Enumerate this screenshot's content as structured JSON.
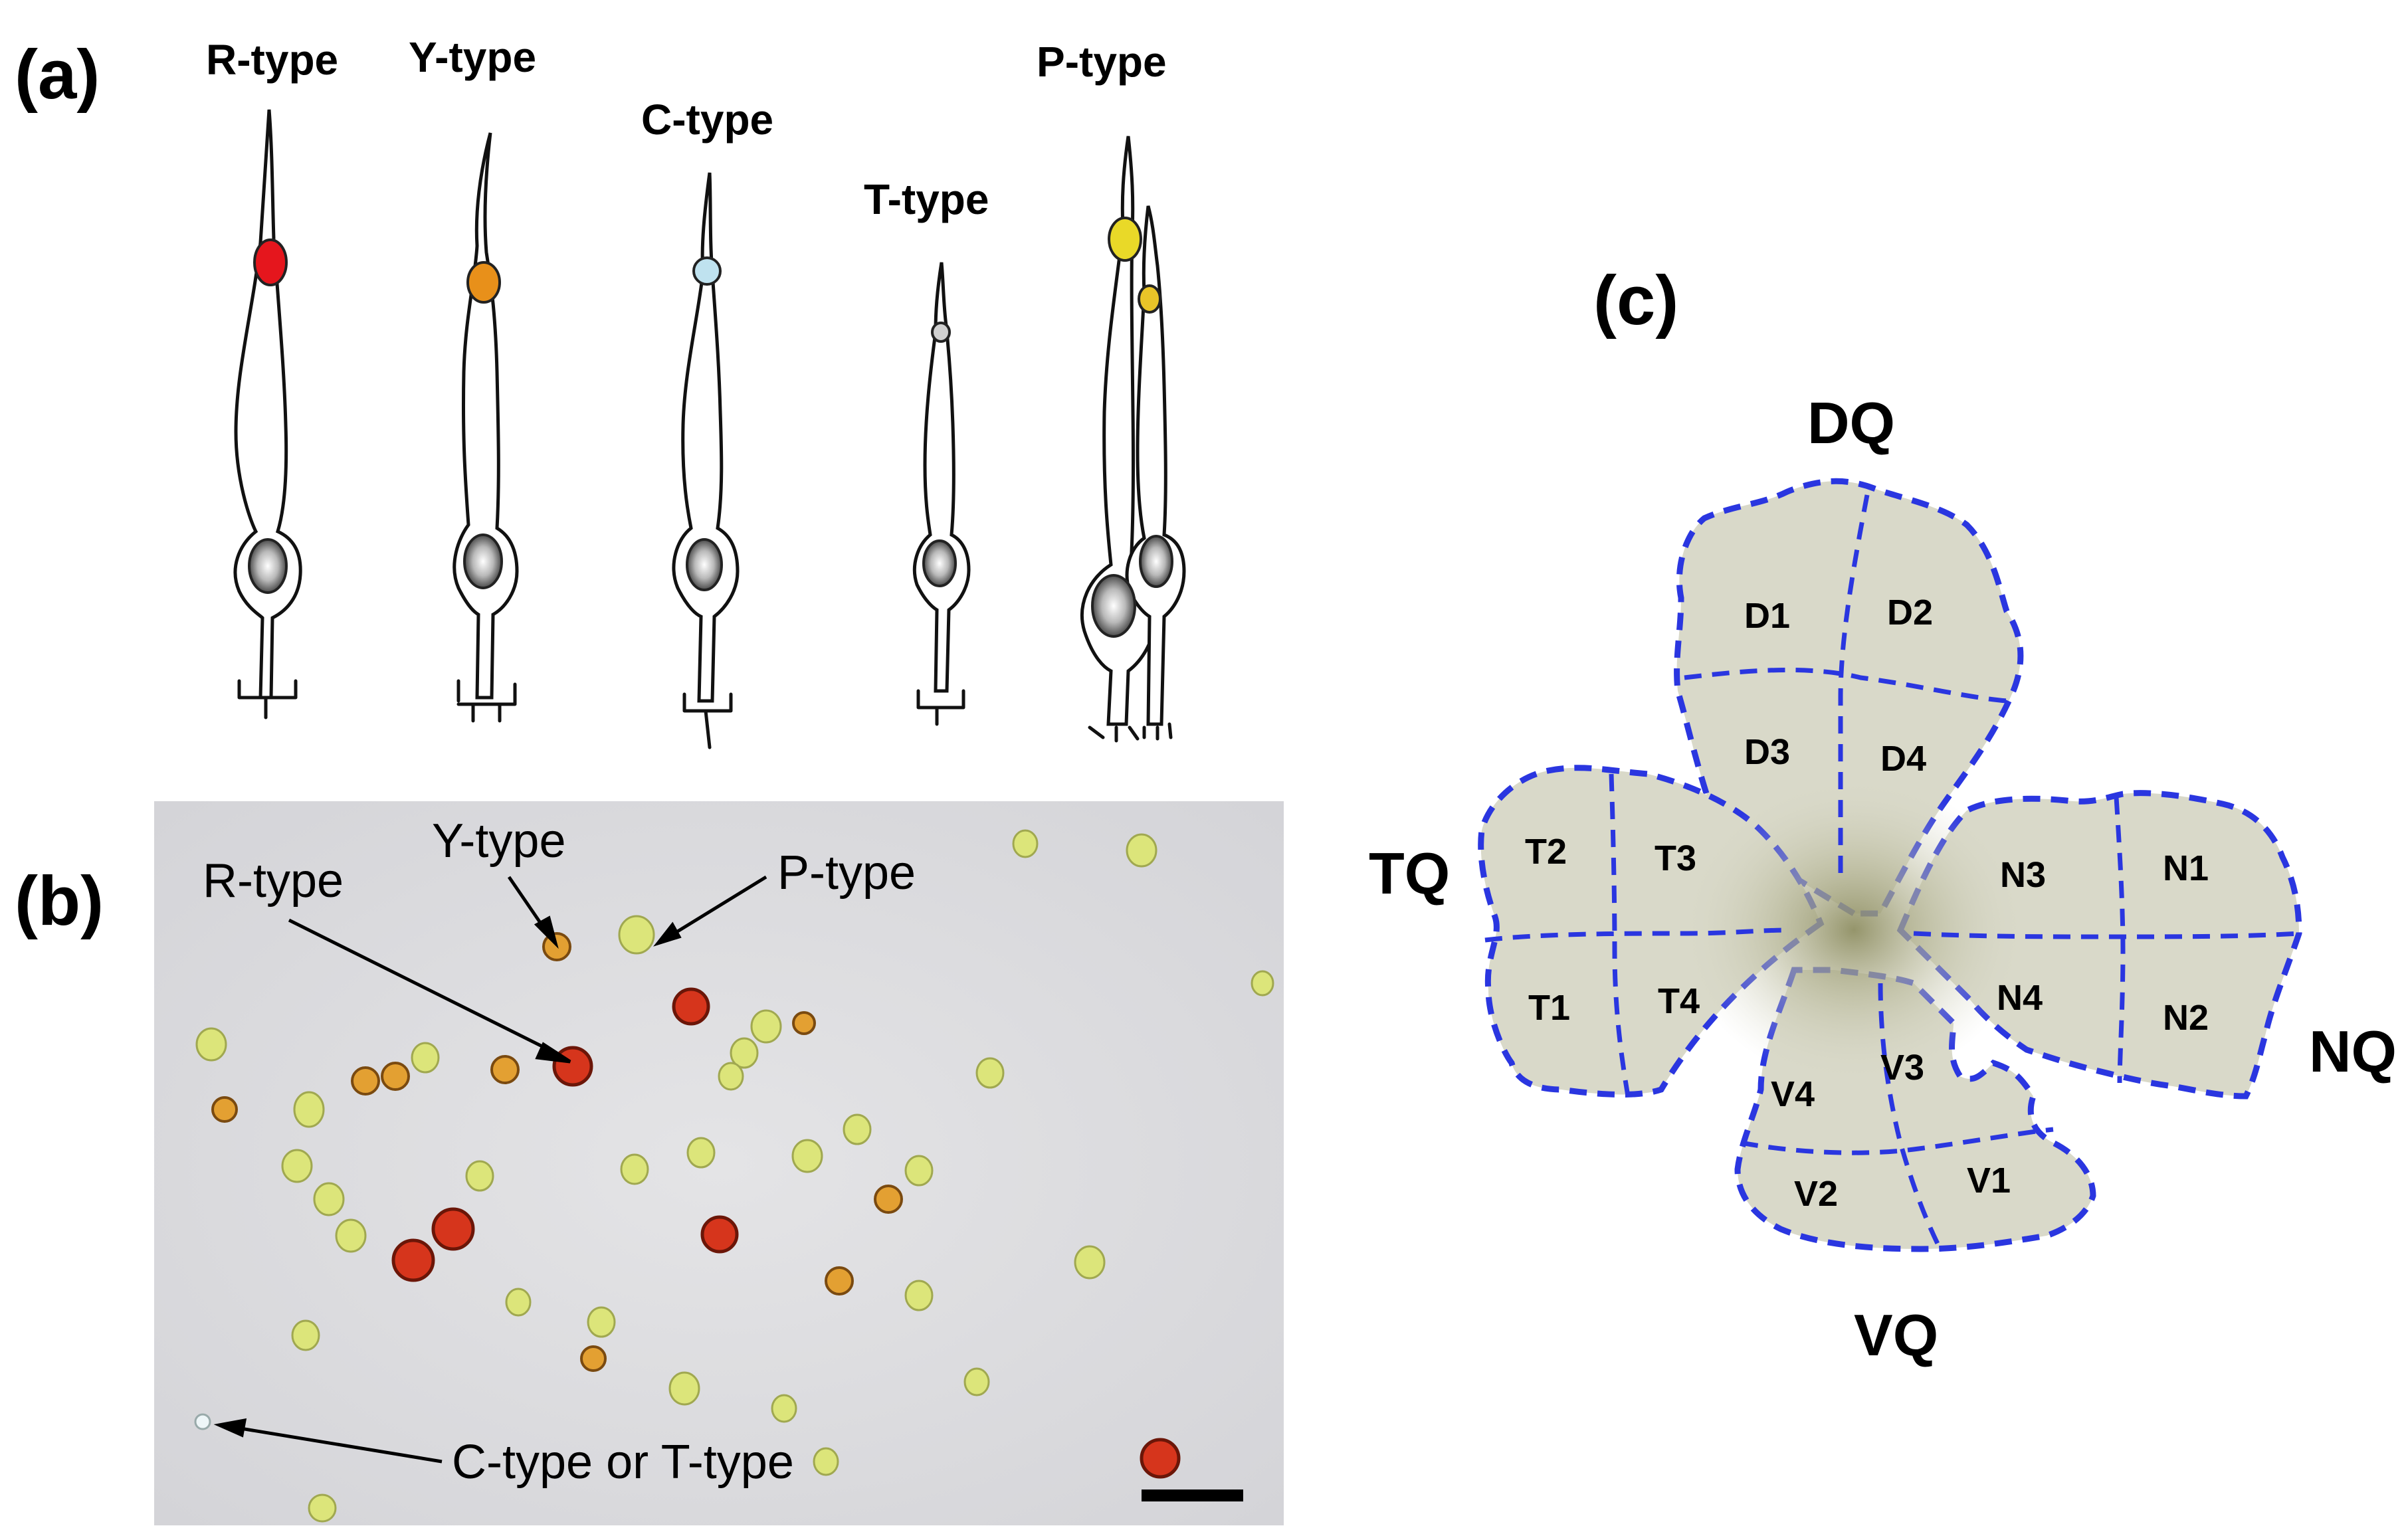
{
  "panels": {
    "a": {
      "label": "(a)"
    },
    "b": {
      "label": "(b)"
    },
    "c": {
      "label": "(c)"
    }
  },
  "panel_a": {
    "cell_types": [
      {
        "label": "R-type",
        "droplet_color": "#e5161d"
      },
      {
        "label": "Y-type",
        "droplet_color": "#e8901a"
      },
      {
        "label": "C-type",
        "droplet_color": "#bfe2ef"
      },
      {
        "label": "T-type",
        "droplet_color": "#d0d0d0"
      },
      {
        "label": "P-type",
        "droplet_color": "#e9d928"
      }
    ]
  },
  "panel_b": {
    "annotations": {
      "r_type": "R-type",
      "y_type": "Y-type",
      "p_type": "P-type",
      "c_or_t": "C-type or T-type"
    },
    "colors": {
      "background": "#dcdcdf",
      "red_droplet": "#d6351c",
      "yellow_green_droplet": "#dce57a",
      "orange_droplet": "#e3a032"
    }
  },
  "panel_c": {
    "quadrants": {
      "dorsal": "DQ",
      "temporal": "TQ",
      "nasal": "NQ",
      "ventral": "VQ"
    },
    "regions": {
      "D1": "D1",
      "D2": "D2",
      "D3": "D3",
      "D4": "D4",
      "T1": "T1",
      "T2": "T2",
      "T3": "T3",
      "T4": "T4",
      "N1": "N1",
      "N2": "N2",
      "N3": "N3",
      "N4": "N4",
      "V1": "V1",
      "V2": "V2",
      "V3": "V3",
      "V4": "V4"
    },
    "colors": {
      "fill": "#d9d9c9",
      "center": "#8a8a5a",
      "dash": "#2a36e0"
    }
  }
}
